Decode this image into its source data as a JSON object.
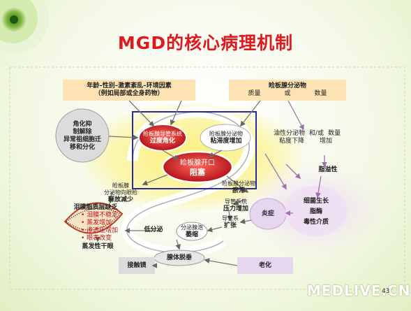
{
  "title": "MGD的核心病理机制",
  "watermark": "MEDLIVE.CN",
  "page_number": "43",
  "nodes": {
    "factors": {
      "line1": "年龄–性别–激素紊乱–环境因素",
      "line2": "（例如局部或全身药物）"
    },
    "secretion": {
      "title": "睑板腺分泌物",
      "sub1": "质量",
      "sub2": "或",
      "sub3": "数量"
    },
    "keratin": {
      "line1": "角化抑",
      "line2": "制解除",
      "line3": "异常祖细胞迁",
      "line4": "移和分化"
    },
    "duct_keratin": {
      "line1": "睑板腺导管系统",
      "line2": "过度角化"
    },
    "viscosity": {
      "line1": "睑板腺分泌物",
      "line2": "粘滞度增加"
    },
    "obstruction": {
      "line1": "睑板腺开口",
      "line2": "阻塞"
    },
    "release": {
      "line1": "睑板腺",
      "line2": "分泌物向眼睑",
      "line3": "释放减少"
    },
    "tear_film": {
      "title": "泪膜脂质层缺乏",
      "items": [
        "泪膜不稳定",
        "蒸发增加",
        "渗透压增加",
        "眼表改变"
      ],
      "bottom": "蒸发性干眼"
    },
    "gland_secretion_stasis": {
      "line1": "睑板腺分泌物",
      "line2": "瘀滞"
    },
    "duct_pressure": {
      "line1": "导管系统",
      "line2": "压力增加"
    },
    "duct_dilation": {
      "line1": "导管系",
      "line2": "扩张"
    },
    "low_secretion": "低分泌",
    "acinar_atrophy": {
      "line1": "分泌腺泡",
      "line2": "萎缩"
    },
    "gland_dropout": "腺体脱垂",
    "contact_lens": "接触镜",
    "aging": "老化",
    "inflammation": "炎症",
    "bacteria": {
      "line1": "细菌生长",
      "line2": "脂酶",
      "line3": "毒性介质"
    },
    "lipid_change": {
      "line1": "油性分泌物",
      "line2": "和/或",
      "line3": "数量",
      "line4": "粘度下降",
      "line5": "增加"
    },
    "seborrhea": "脂溢性"
  },
  "colors": {
    "title": "#e0191f",
    "highlight_box": "#2a2aa0",
    "peach": "#fde3b4",
    "lavender": "#e6d6ef",
    "red_oval": "#e03030",
    "yellow_glow": "#fbf59a"
  }
}
